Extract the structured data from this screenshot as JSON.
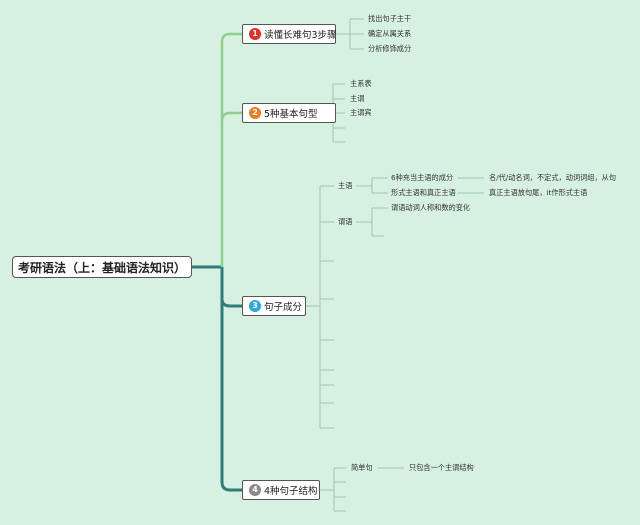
{
  "root": {
    "label": "考研语法（上：基础语法知识）"
  },
  "branches": [
    {
      "number": "1",
      "label": "读懂长难句3步骤",
      "badge_color": "#e0302a",
      "children": [
        "找出句子主干",
        "确定从属关系",
        "分析修饰成分"
      ]
    },
    {
      "number": "2",
      "label": "5种基本句型",
      "badge_color": "#f07a1e",
      "children": [
        "主系表",
        "主谓",
        "主谓宾"
      ]
    },
    {
      "number": "3",
      "label": "句子成分",
      "badge_color": "#2aa8e0",
      "children": [
        {
          "label": "主语",
          "children": [
            {
              "label": "6种充当主语的成分",
              "detail": "名/代/动名词，不定式，动词词组，从句"
            },
            {
              "label": "形式主语和真正主语",
              "detail": "真正主语放句尾，it作形式主语"
            }
          ]
        },
        {
          "label": "谓语",
          "children": [
            {
              "label": "谓语动词人称和数的变化"
            }
          ]
        }
      ]
    },
    {
      "number": "4",
      "label": "4种句子结构",
      "badge_color": "#8a8a8a",
      "children": [
        {
          "label": "简单句",
          "detail": "只包含一个主谓结构"
        }
      ]
    }
  ],
  "colors": {
    "background": "#d6f0e2",
    "trunk": "#2e7d7a",
    "branch_light": "#8fd18a",
    "leaf_line": "#9fc6b2"
  }
}
